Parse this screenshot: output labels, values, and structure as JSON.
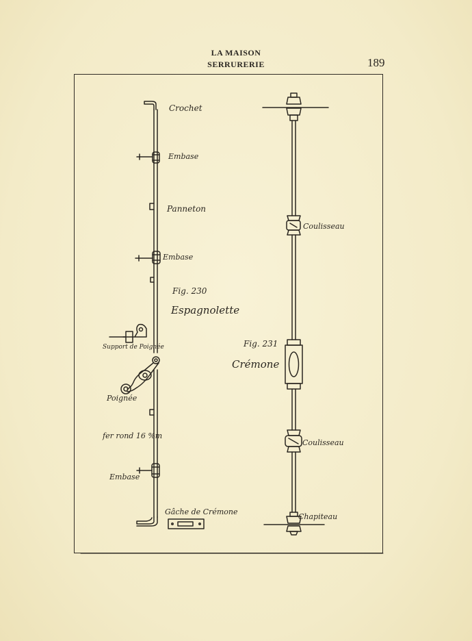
{
  "header": {
    "title_line1": "LA MAISON",
    "title_line2": "SERRURERIE",
    "page_number": "189"
  },
  "figure_230": {
    "label_crochet": "Crochet",
    "label_embase_top": "Embase",
    "label_panneton": "Panneton",
    "label_embase_mid": "Embase",
    "fig_number": "Fig. 230",
    "title": "Espagnolette",
    "label_support": "Support de Poignée",
    "label_poignee": "Poignée",
    "label_fer_rond": "fer rond 16 %m",
    "label_embase_bottom": "Embase",
    "label_gache": "Gâche de Crémone"
  },
  "figure_231": {
    "label_coulisseau_top": "Coulisseau",
    "fig_number": "Fig. 231",
    "title": "Crémone",
    "label_coulisseau_bottom": "Coulisseau",
    "label_chapiteau": "Chapiteau"
  },
  "colors": {
    "paper": "#f6efcf",
    "ink": "#2a2620"
  }
}
